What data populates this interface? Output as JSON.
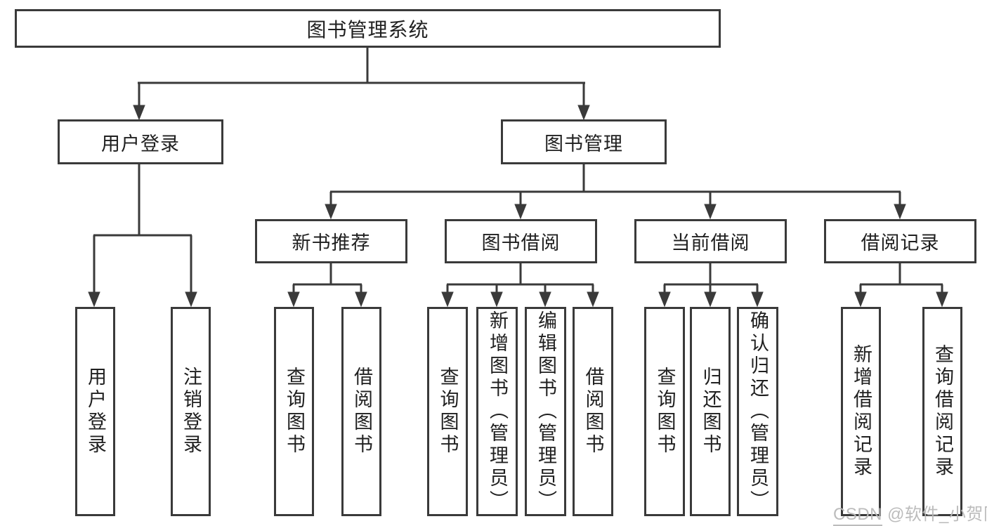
{
  "colors": {
    "line": "#3a3a3a",
    "text": "#202020",
    "box_background": "#ffffff",
    "watermark": "#b8b8b8"
  },
  "watermark": {
    "prefix": "CSDN",
    "rest": " @软件_小贺同学"
  },
  "tree": {
    "label": "图书管理系统",
    "children": [
      {
        "label": "用户登录",
        "children": [
          {
            "label": "用户登录"
          },
          {
            "label": "注销登录"
          }
        ]
      },
      {
        "label": "图书管理",
        "children": [
          {
            "label": "新书推荐",
            "children": [
              {
                "label": "查询图书"
              },
              {
                "label": "借阅图书"
              }
            ]
          },
          {
            "label": "图书借阅",
            "children": [
              {
                "label": "查询图书"
              },
              {
                "label": "新增图书（管理员）"
              },
              {
                "label": "编辑图书（管理员）"
              },
              {
                "label": "借阅图书"
              }
            ]
          },
          {
            "label": "当前借阅",
            "children": [
              {
                "label": "查询图书"
              },
              {
                "label": "归还图书"
              },
              {
                "label": "确认归还（管理员）"
              }
            ]
          },
          {
            "label": "借阅记录",
            "children": [
              {
                "label": "新增借阅记录"
              },
              {
                "label": "查询借阅记录"
              }
            ]
          }
        ]
      }
    ]
  }
}
